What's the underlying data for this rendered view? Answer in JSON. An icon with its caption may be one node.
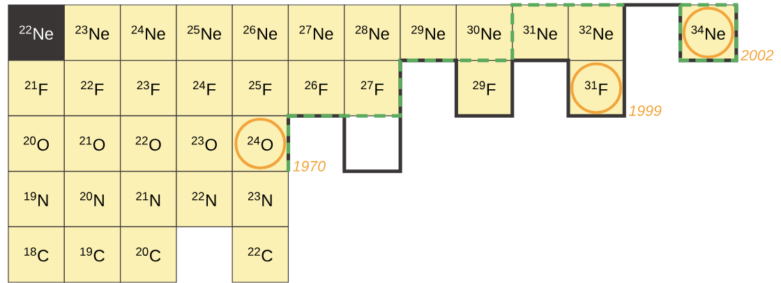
{
  "diagram": {
    "nodes": [
      {
        "text": [
          "$^{22}$Ne"
        ]
      },
      {
        "text": [
          "$^{23}$Ne"
        ]
      },
      {
        "text": [
          "$^{24}$Ne"
        ]
      },
      {
        "text": [
          "$^{25}$Ne"
        ]
      },
      {
        "text": [
          "$^{26}$Ne"
        ]
      },
      {
        "text": [
          "$^{27}$Ne"
        ]
      },
      {
        "text": [
          "$^{28}$Ne"
        ]
      },
      {
        "text": [
          "$^{29}$Ne"
        ]
      },
      {
        "text": [
          "$^{30}$Ne"
        ]
      },
      {
        "text": [
          "$^{31}$Ne"
        ]
      },
      {
        "text": [
          "$^{32}$Ne"
        ]
      },
      {
        "text": [
          "$^{34}$Ne"
        ],
        "beside": [
          "2002"
        ]
      },
      {
        "text": [
          "$^{21}$F"
        ]
      },
      {
        "text": [
          "$^{22}$F"
        ]
      },
      {
        "text": [
          "$^{23}$F"
        ]
      },
      {
        "text": [
          "$^{24}$F"
        ]
      },
      {
        "text": [
          "$^{25}$F"
        ]
      },
      {
        "text": [
          "$^{26}$F"
        ]
      },
      {
        "text": [
          "$^{27}$F"
        ]
      },
      {
        "text": [
          "$^{29}$F"
        ]
      },
      {
        "text": [
          "$^{31}$F"
        ],
        "beside": [
          "1999"
        ]
      },
      {
        "text": [
          "$^{20}$O"
        ]
      },
      {
        "text": [
          "$^{21}$O"
        ]
      },
      {
        "text": [
          "$^{22}$O"
        ]
      },
      {
        "text": [
          "$^{23}$O"
        ]
      },
      {
        "text": [
          "$^{24}$O"
        ],
        "beside": [
          "1970"
        ]
      },
      {
        "text": [
          "$^{19}$N"
        ]
      },
      {
        "text": [
          "$^{20}$N"
        ]
      },
      {
        "text": [
          "$^{21}$N"
        ]
      },
      {
        "text": [
          "$^{22}$N"
        ]
      },
      {
        "text": [
          "$^{23}$N"
        ]
      },
      {
        "text": [
          "$^{18}$C"
        ]
      },
      {
        "text": [
          "$^{19}$C"
        ]
      },
      {
        "text": [
          "$^{20}$C"
        ]
      },
      {
        "text": [
          "$^{22}$C"
        ]
      }
    ]
  }
}
